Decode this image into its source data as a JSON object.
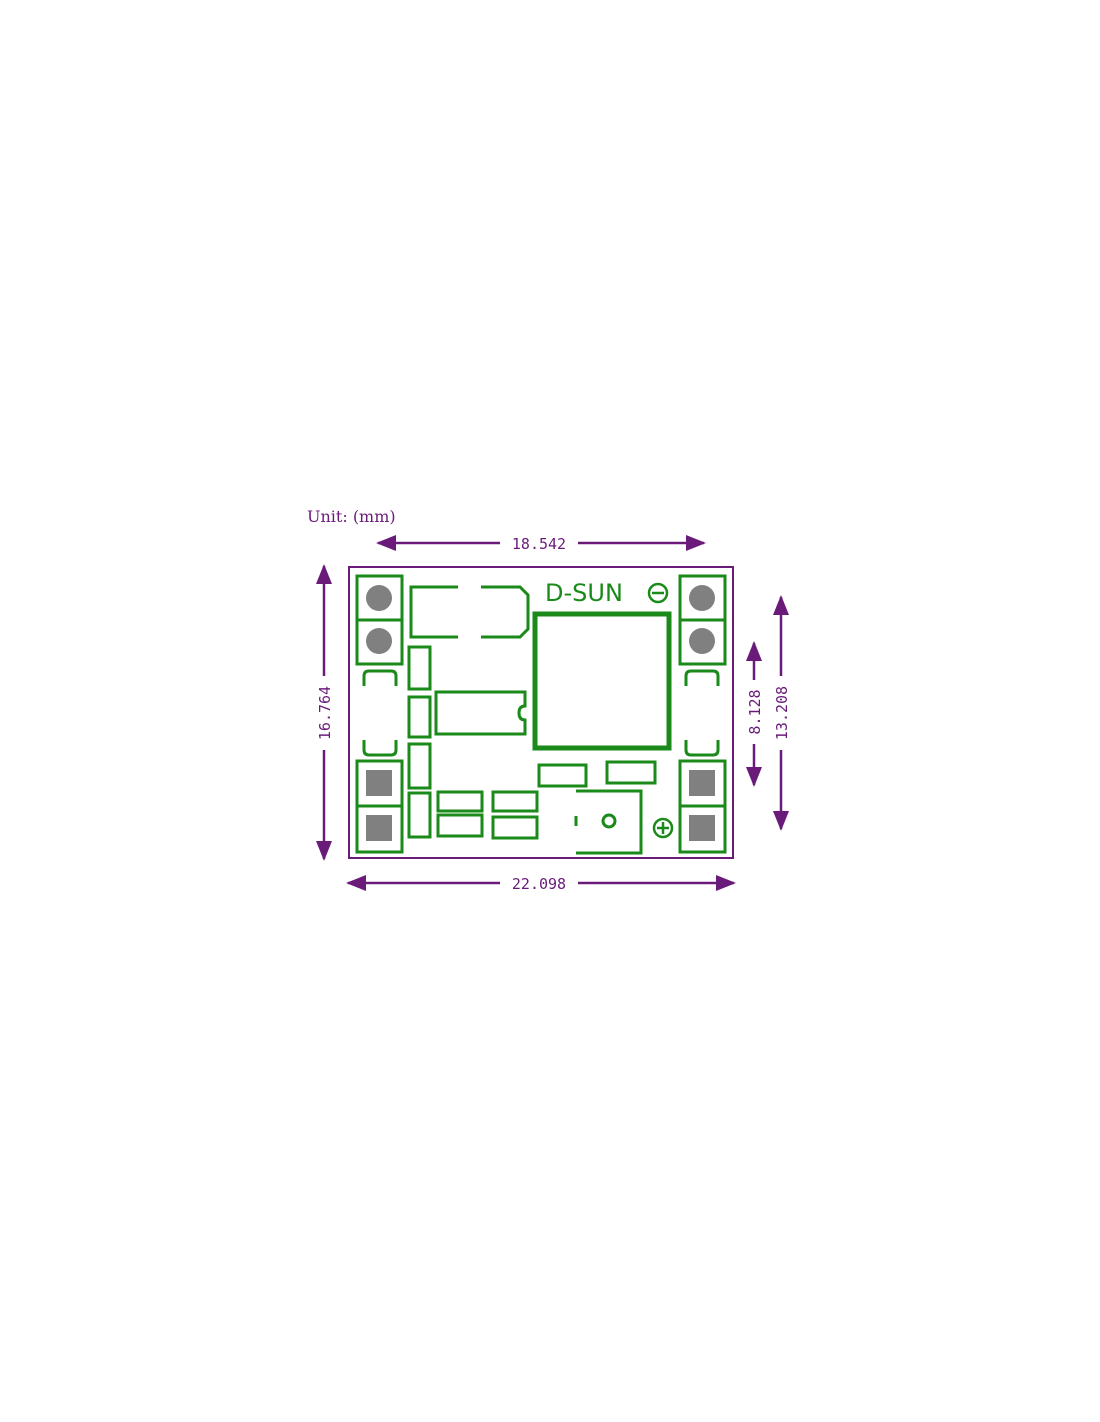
{
  "unit_label": "Unit: (mm)",
  "brand_label": "D-SUN",
  "dimensions": {
    "top_width": "18.542",
    "total_width": "22.098",
    "left_height": "16.764",
    "inner_height": "8.128",
    "right_height": "13.208"
  },
  "polarity": {
    "negative": "⊖",
    "positive": "⊕"
  },
  "colors": {
    "dimension": "#6a1b7a",
    "silkscreen": "#1a8a1a",
    "pad_fill": "#808080"
  }
}
